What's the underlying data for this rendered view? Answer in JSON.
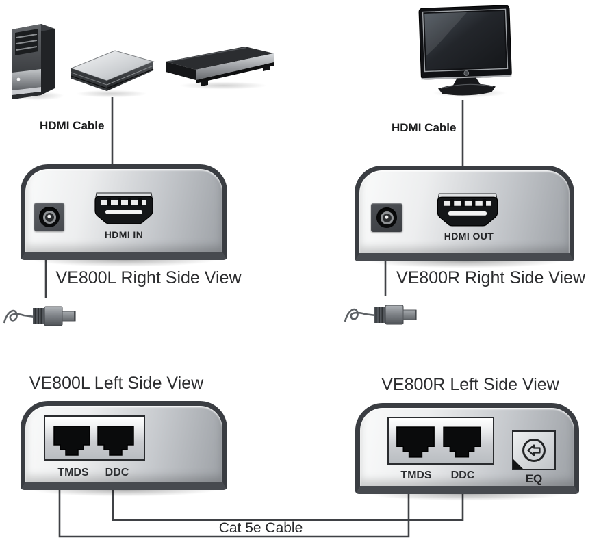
{
  "cables": {
    "hdmi_cable_left": "HDMI Cable",
    "hdmi_cable_right": "HDMI Cable",
    "cat5e_cable": "Cat 5e Cable"
  },
  "panels": [
    {
      "title": "VE800L Right Side View",
      "hdmi_port_label": "HDMI IN"
    },
    {
      "title": "VE800R Right Side View",
      "hdmi_port_label": "HDMI OUT"
    },
    {
      "title": "VE800L Left Side View",
      "rj45_port_labels": [
        "TMDS",
        "DDC"
      ]
    },
    {
      "title": "VE800R Left Side View",
      "rj45_port_labels": [
        "TMDS",
        "DDC"
      ],
      "eq_label": "EQ"
    }
  ],
  "illustrations": {
    "pc_tower": "pc-tower",
    "dvd_player": "dvd-player",
    "av_receiver": "av-receiver",
    "tv_display": "tv-display",
    "power_plug_left": "dc-power-plug",
    "power_plug_right": "dc-power-plug"
  },
  "colors": {
    "background": "#ffffff",
    "panel_border": "#3a3d42",
    "panel_face_light": "#fafbfb",
    "panel_face_dark": "#9da1a6",
    "connector_black": "#0a0b0c",
    "cable_line": "#3f4145",
    "text": "#2c2d2f"
  }
}
